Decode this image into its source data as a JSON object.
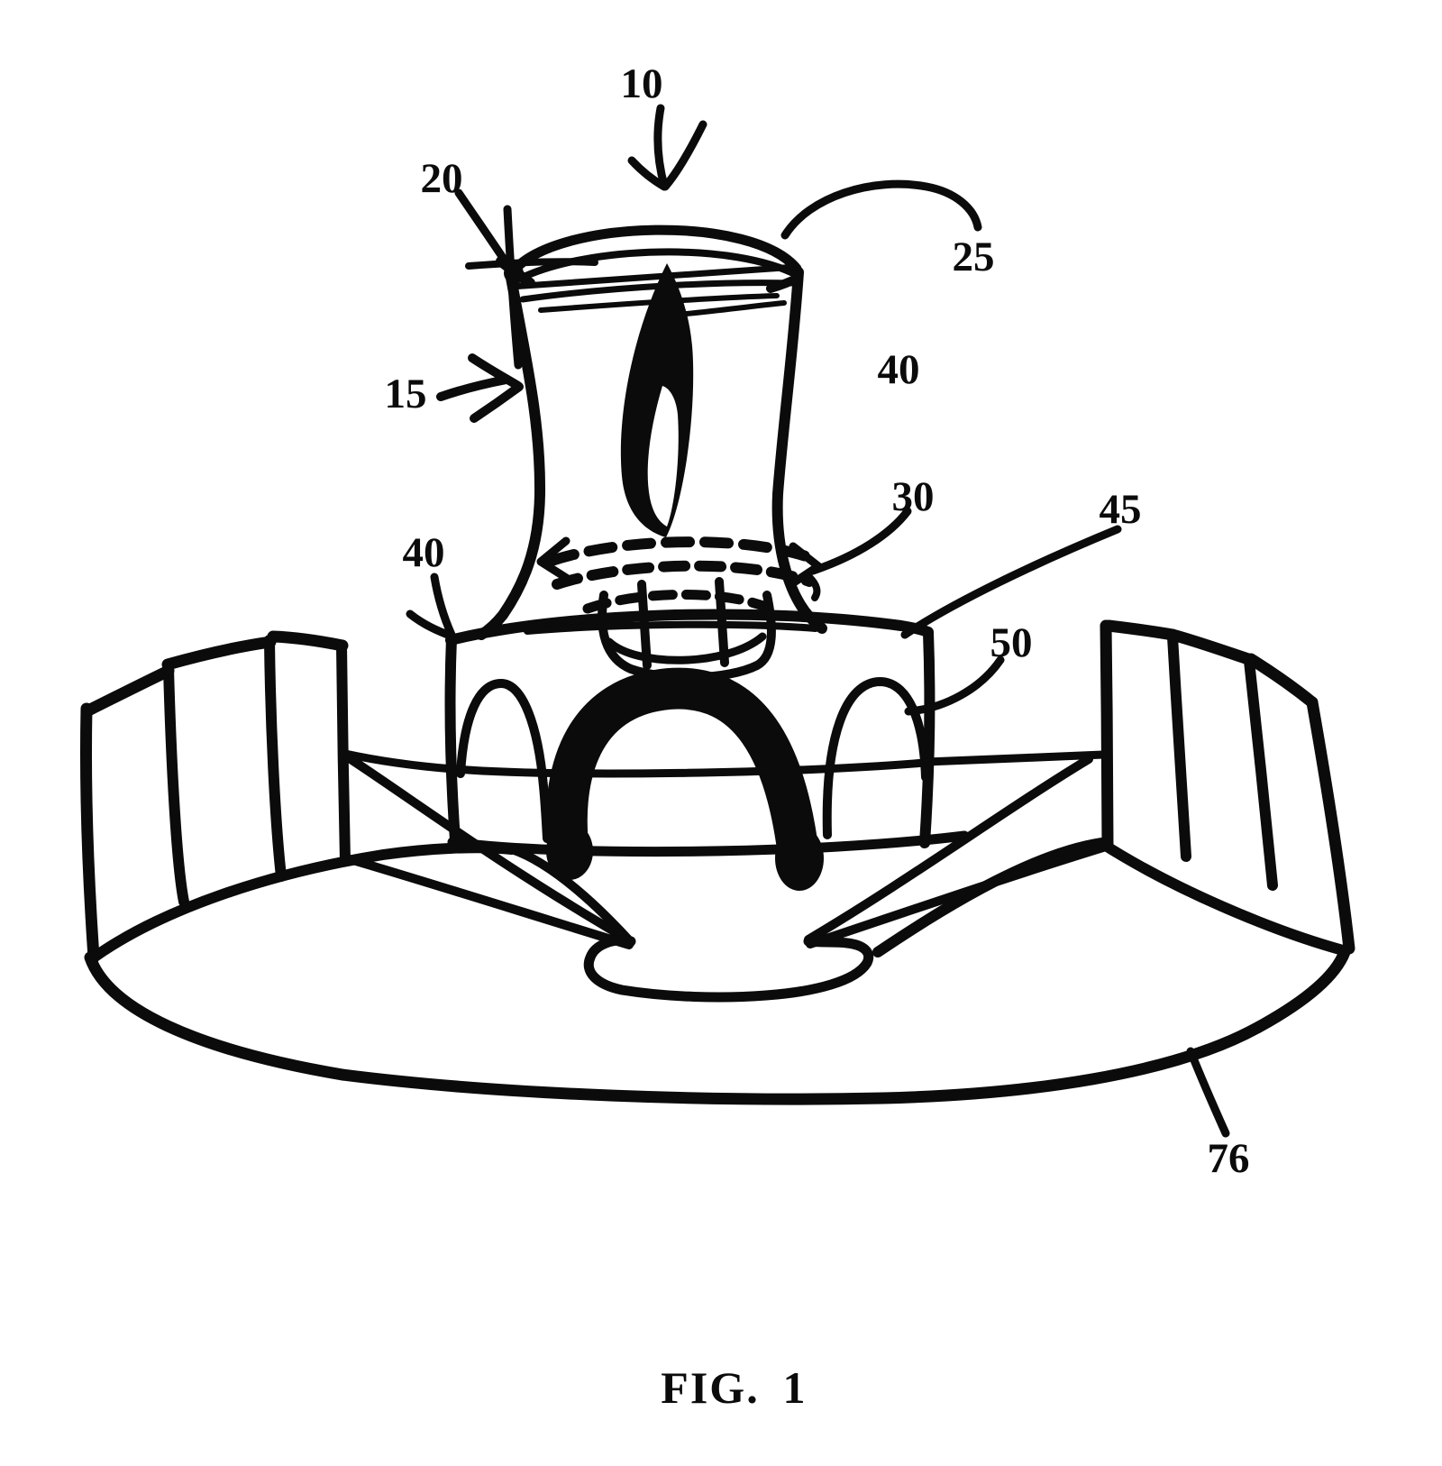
{
  "figure": {
    "background": "#ffffff",
    "ink": "#0b0b0b",
    "caption": {
      "label": "FIG.",
      "number": "1"
    },
    "labels": {
      "l10": "10",
      "l20": "20",
      "l25": "25",
      "l15": "15",
      "l40r": "40",
      "l30": "30",
      "l45": "45",
      "l40l": "40",
      "l50": "50",
      "l76": "76"
    }
  }
}
